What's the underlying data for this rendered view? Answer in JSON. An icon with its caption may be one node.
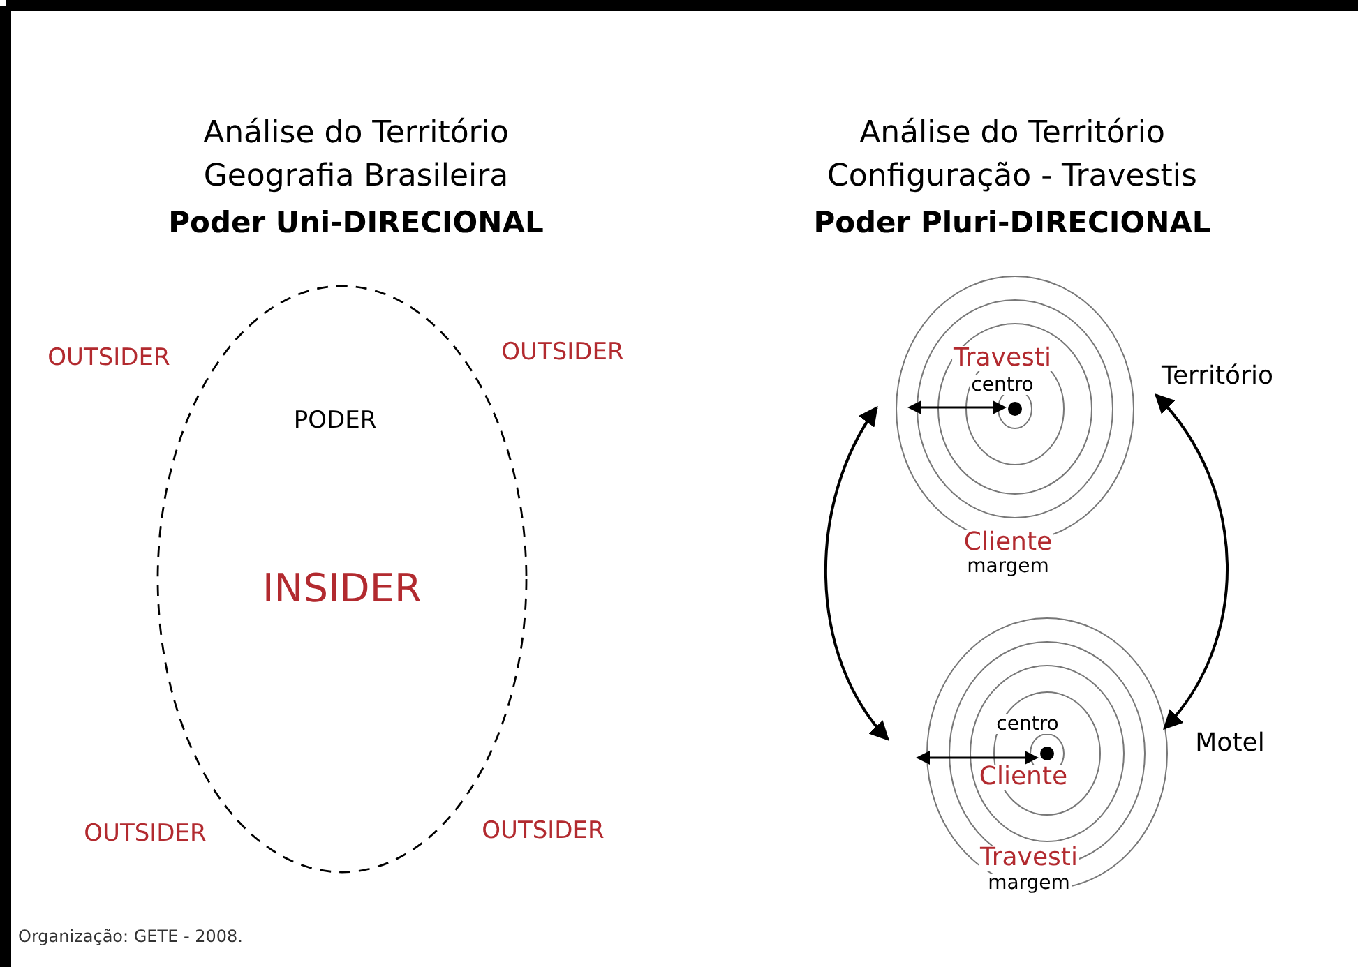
{
  "diagram": {
    "caption": "Organização: GETE - 2008.",
    "nodes": [
      {
        "text": [
          "PODER",
          "INSIDER"
        ]
      },
      {
        "text": [
          "Travesti",
          "centro",
          "Cliente",
          "margem"
        ]
      },
      {
        "text": [
          "centro",
          "Cliente",
          "Travesti",
          "margem"
        ]
      },
      {
        "text": [
          "Território"
        ]
      },
      {
        "text": [
          "Motel"
        ]
      }
    ],
    "edges": [
      {
        "from": 1,
        "to": 2,
        "arrow": "both"
      },
      {
        "from": 4,
        "to": 3,
        "arrow": "both"
      }
    ],
    "labels": [
      "Análise do Território",
      "Geografia Brasileira",
      "Poder Uni-DIRECIONAL",
      "Análise do Território",
      "Configuração - Travestis",
      "Poder Pluri-DIRECIONAL",
      "OUTSIDER",
      "OUTSIDER",
      "OUTSIDER",
      "OUTSIDER"
    ]
  }
}
